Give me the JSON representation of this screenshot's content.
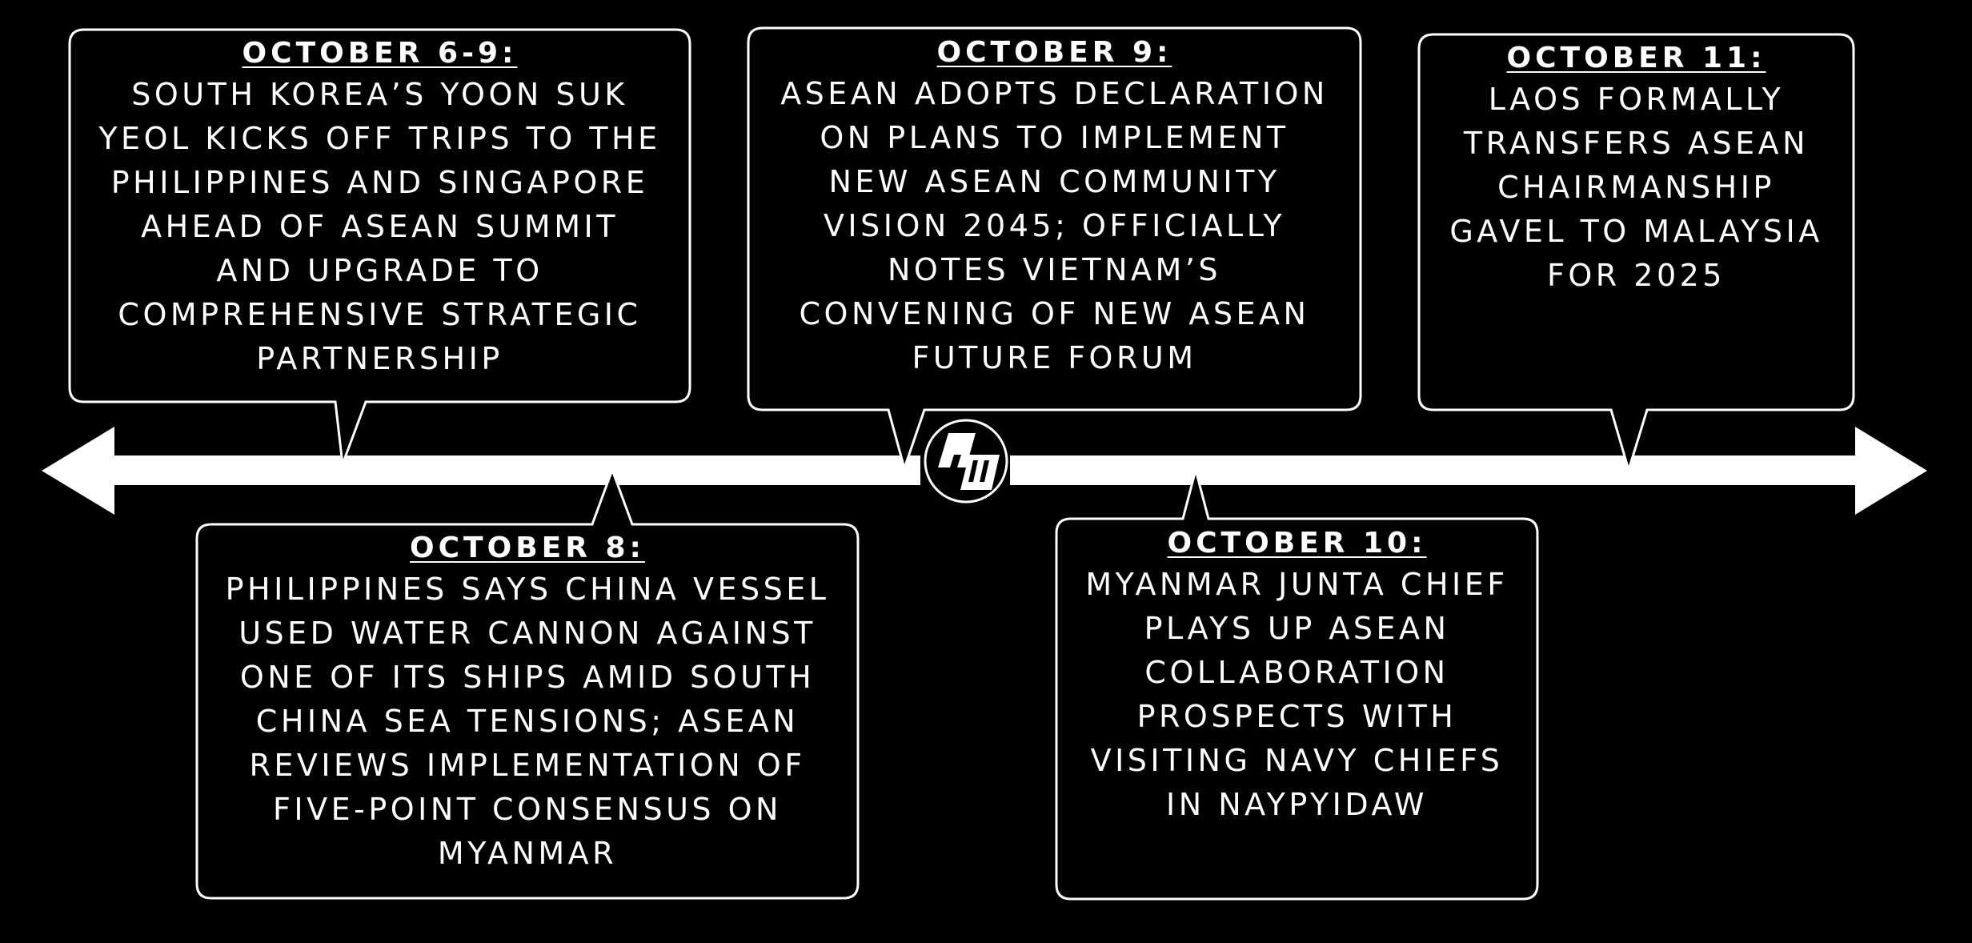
{
  "colors": {
    "background": "#000000",
    "foreground": "#ffffff"
  },
  "logo": {
    "text": "AW",
    "icon": "aw-circle-logo-icon"
  },
  "timeline": {
    "direction": "bidirectional-arrow"
  },
  "events": [
    {
      "date": "OCTOBER 6-9:",
      "position": "above",
      "lines": [
        "SOUTH KOREA’S YOON SUK",
        "YEOL KICKS OFF TRIPS TO THE",
        "PHILIPPINES AND SINGAPORE",
        "AHEAD OF ASEAN SUMMIT",
        "AND UPGRADE TO",
        "COMPREHENSIVE STRATEGIC",
        "PARTNERSHIP"
      ]
    },
    {
      "date": "OCTOBER 8:",
      "position": "below",
      "lines": [
        "PHILIPPINES SAYS CHINA VESSEL",
        "USED WATER CANNON AGAINST",
        "ONE OF ITS SHIPS AMID SOUTH",
        "CHINA SEA TENSIONS; ASEAN",
        "REVIEWS IMPLEMENTATION OF",
        "FIVE-POINT CONSENSUS ON",
        "MYANMAR"
      ]
    },
    {
      "date": "OCTOBER 9:",
      "position": "above",
      "lines": [
        "ASEAN ADOPTS DECLARATION",
        "ON PLANS TO IMPLEMENT",
        "NEW ASEAN COMMUNITY",
        "VISION 2045; OFFICIALLY",
        "NOTES VIETNAM’S",
        "CONVENING OF NEW ASEAN",
        "FUTURE FORUM"
      ]
    },
    {
      "date": "OCTOBER 10:",
      "position": "below",
      "lines": [
        "MYANMAR JUNTA CHIEF",
        "PLAYS UP ASEAN",
        "COLLABORATION",
        "PROSPECTS WITH",
        "VISITING NAVY CHIEFS",
        "IN NAYPYIDAW"
      ]
    },
    {
      "date": "OCTOBER 11:",
      "position": "above",
      "lines": [
        "LAOS FORMALLY",
        "TRANSFERS ASEAN",
        "CHAIRMANSHIP",
        "GAVEL TO MALAYSIA",
        "FOR 2025"
      ]
    }
  ]
}
